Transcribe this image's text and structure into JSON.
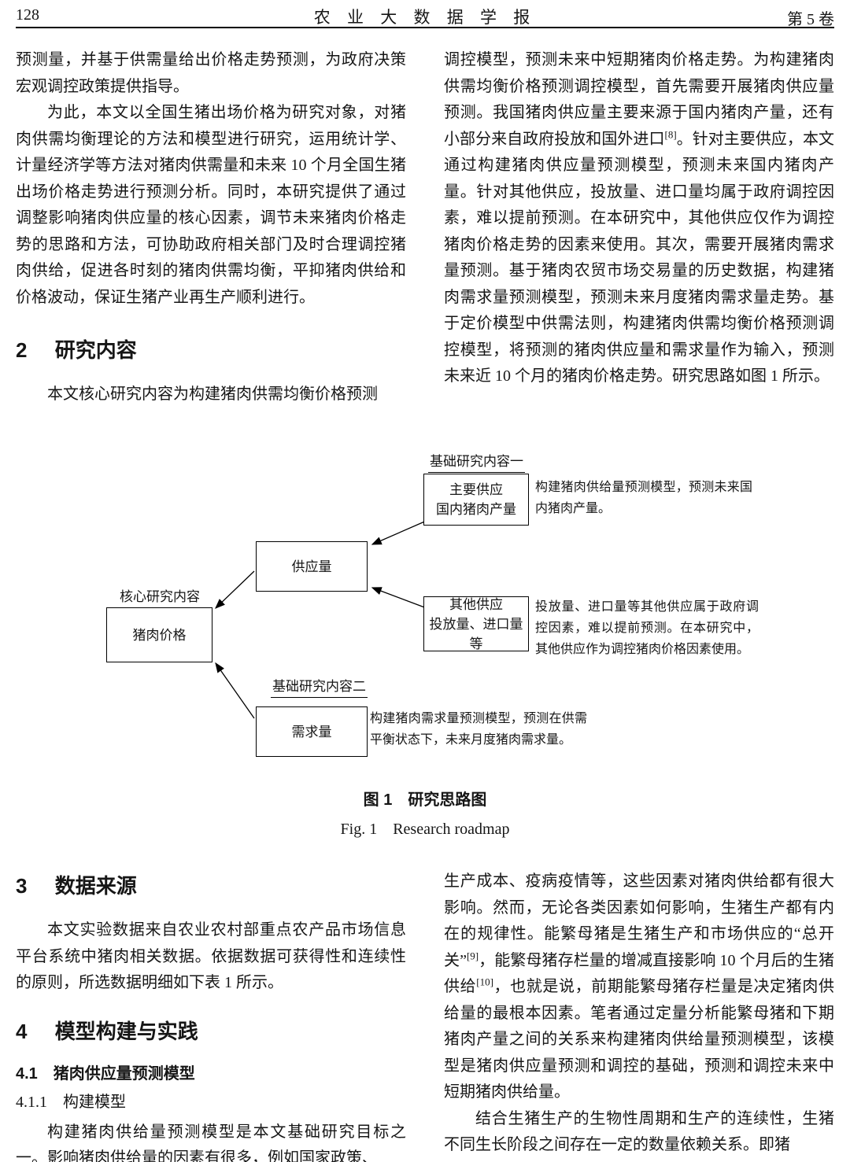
{
  "header": {
    "page_number": "128",
    "journal_title": "农 业 大 数 据 学 报",
    "volume": "第 5 卷"
  },
  "top_left": {
    "p1": "预测量，并基于供需量给出价格走势预测，为政府决策宏观调控政策提供指导。",
    "p2": "为此，本文以全国生猪出场价格为研究对象，对猪肉供需均衡理论的方法和模型进行研究，运用统计学、计量经济学等方法对猪肉供需量和未来 10 个月全国生猪出场价格走势进行预测分析。同时，本研究提供了通过调整影响猪肉供应量的核心因素，调节未来猪肉价格走势的思路和方法，可协助政府相关部门及时合理调控猪肉供给，促进各时刻的猪肉供需均衡，平抑猪肉供给和价格波动，保证生猪产业再生产顺利进行。",
    "sec2_num": "2",
    "sec2_title": "研究内容",
    "p3": "本文核心研究内容为构建猪肉供需均衡价格预测"
  },
  "top_right": {
    "p1_parts": [
      "调控模型，预测未来中短期猪肉价格走势。为构建猪肉供需均衡价格预测调控模型，首先需要开展猪肉供应量预测。我国猪肉供应量主要来源于国内猪肉产量，还有小部分来自政府投放和国外进口",
      "[8]",
      "。针对主要供应，本文通过构建猪肉供应量预测模型，预测未来国内猪肉产量。针对其他供应，投放量、进口量均属于政府调控因素，难以提前预测。在本研究中，其他供应仅作为调控猪肉价格走势的因素来使用。其次，需要开展猪肉需求量预测。基于猪肉农贸市场交易量的历史数据，构建猪肉需求量预测模型，预测未来月度猪肉需求量走势。基于定价模型中供需法则，构建猪肉供需均衡价格预测调控模型，将预测的猪肉供应量和需求量作为输入，预测未来近 10 个月的猪肉价格走势。研究思路如图 1 所示。"
    ]
  },
  "figure": {
    "tag_basic1": "基础研究内容一",
    "tag_core": "核心研究内容",
    "tag_basic2": "基础研究内容二",
    "box_main_supply_line1": "主要供应",
    "box_main_supply_line2": "国内猪肉产量",
    "box_supply": "供应量",
    "box_price": "猪肉价格",
    "box_other_line1": "其他供应",
    "box_other_line2": "投放量、进口量等",
    "box_demand": "需求量",
    "note_main": "构建猪肉供给量预测模型，预测未来国内猪肉产量。",
    "note_other": "投放量、进口量等其他供应属于政府调控因素，难以提前预测。在本研究中，其他供应作为调控猪肉价格因素使用。",
    "note_demand": "构建猪肉需求量预测模型，预测在供需平衡状态下，未来月度猪肉需求量。",
    "caption_cn": "图 1　研究思路图",
    "caption_en": "Fig. 1　Research roadmap"
  },
  "bottom_left": {
    "sec3_num": "3",
    "sec3_title": "数据来源",
    "p1": "本文实验数据来自农业农村部重点农产品市场信息平台系统中猪肉相关数据。依据数据可获得性和连续性的原则，所选数据明细如下表 1 所示。",
    "sec4_num": "4",
    "sec4_title": "模型构建与实践",
    "sec41": "4.1　猪肉供应量预测模型",
    "sec411": "4.1.1　构建模型",
    "p2": "构建猪肉供给量预测模型是本文基础研究目标之一。影响猪肉供给量的因素有很多，例如国家政策、"
  },
  "bottom_right": {
    "p1_parts": [
      "生产成本、疫病疫情等，这些因素对猪肉供给都有很大影响。然而，无论各类因素如何影响，生猪生产都有内在的规律性。能繁母猪是生猪生产和市场供应的“总开关”",
      "[9]",
      "，能繁母猪存栏量的增减直接影响 10 个月后的生猪供给",
      "[10]",
      "，也就是说，前期能繁母猪存栏量是决定猪肉供给量的最根本因素。笔者通过定量分析能繁母猪和下期猪肉产量之间的关系来构建猪肉供给量预测模型，该模型是猪肉供应量预测和调控的基础，预测和调控未来中短期猪肉供给量。"
    ],
    "p2": "结合生猪生产的生物性周期和生产的连续性，生猪不同生长阶段之间存在一定的数量依赖关系。即猪"
  }
}
